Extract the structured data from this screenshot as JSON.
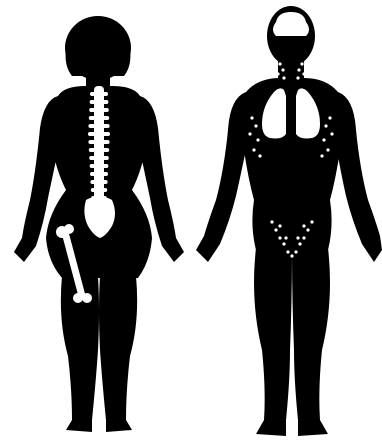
{
  "figures": [
    {
      "id": "female",
      "view": "back",
      "highlighted_regions": [
        "spine",
        "pelvis",
        "femur"
      ]
    },
    {
      "id": "male",
      "view": "front",
      "highlighted_regions": [
        "brain",
        "neck-lymph-nodes",
        "lungs",
        "axillary-lymph-nodes",
        "inguinal-lymph-nodes"
      ]
    }
  ],
  "colors": {
    "background": "#ffffff",
    "silhouette": "#000000",
    "highlight": "#ffffff"
  }
}
